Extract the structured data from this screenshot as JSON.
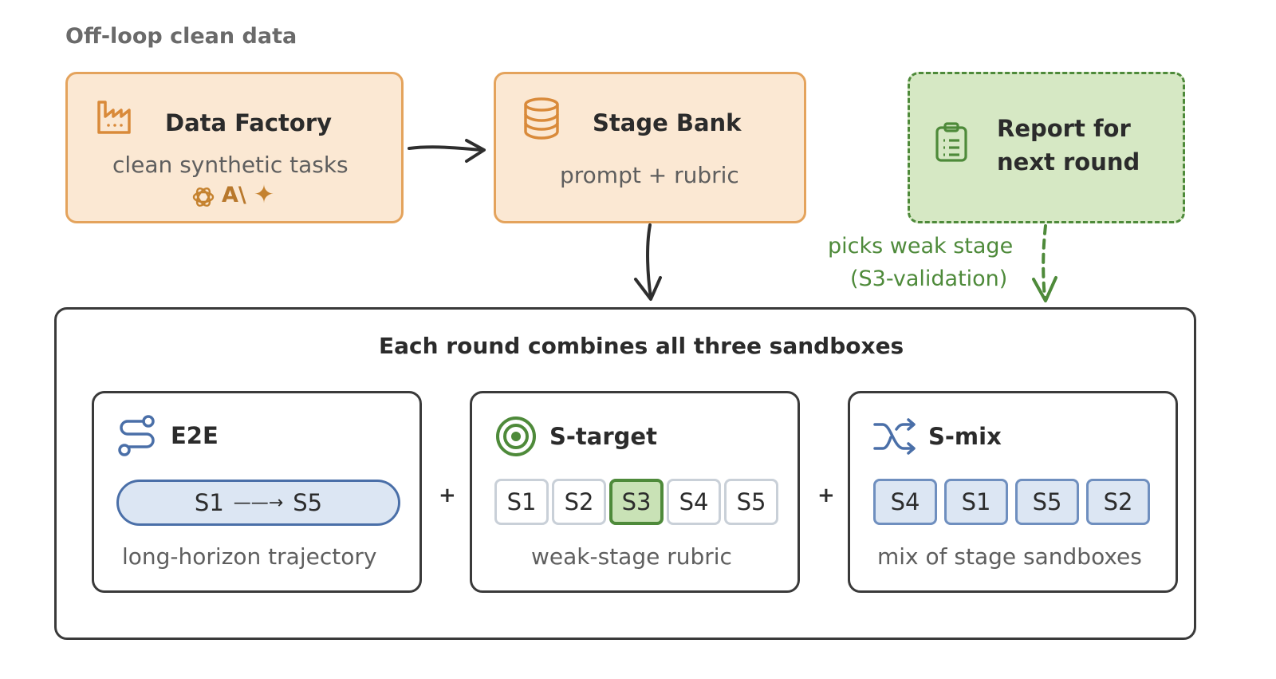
{
  "heading": "Off-loop clean data",
  "data_factory": {
    "title": "Data Factory",
    "subtitle": "clean synthetic tasks",
    "logos": [
      "openai-logo",
      "anthropic-logo",
      "sparkle-logo"
    ],
    "anthropic_text": "A\\",
    "sparkle": "✦"
  },
  "stage_bank": {
    "title": "Stage Bank",
    "subtitle": "prompt + rubric"
  },
  "report": {
    "title_line1": "Report for",
    "title_line2": "next round"
  },
  "feedback_label": {
    "line1": "picks weak stage",
    "line2": "(S3-validation)"
  },
  "round": {
    "title": "Each round combines all three sandboxes",
    "plus": "+",
    "e2e": {
      "title": "E2E",
      "pill_start": "S1",
      "pill_arrow": "——→",
      "pill_end": "S5",
      "caption": "long-horizon trajectory"
    },
    "s_target": {
      "title": "S-target",
      "chips": [
        "S1",
        "S2",
        "S3",
        "S4",
        "S5"
      ],
      "highlighted": "S3",
      "caption": "weak-stage rubric"
    },
    "s_mix": {
      "title": "S-mix",
      "chips": [
        "S4",
        "S1",
        "S5",
        "S2"
      ],
      "caption": "mix of stage sandboxes"
    }
  },
  "colors": {
    "orange_fill": "#fbe8d3",
    "orange_stroke": "#e4a35c",
    "green_fill": "#d6e8c4",
    "green_stroke": "#4e8a3a",
    "blue_fill": "#dce6f3",
    "blue_stroke": "#4a6fa8"
  }
}
